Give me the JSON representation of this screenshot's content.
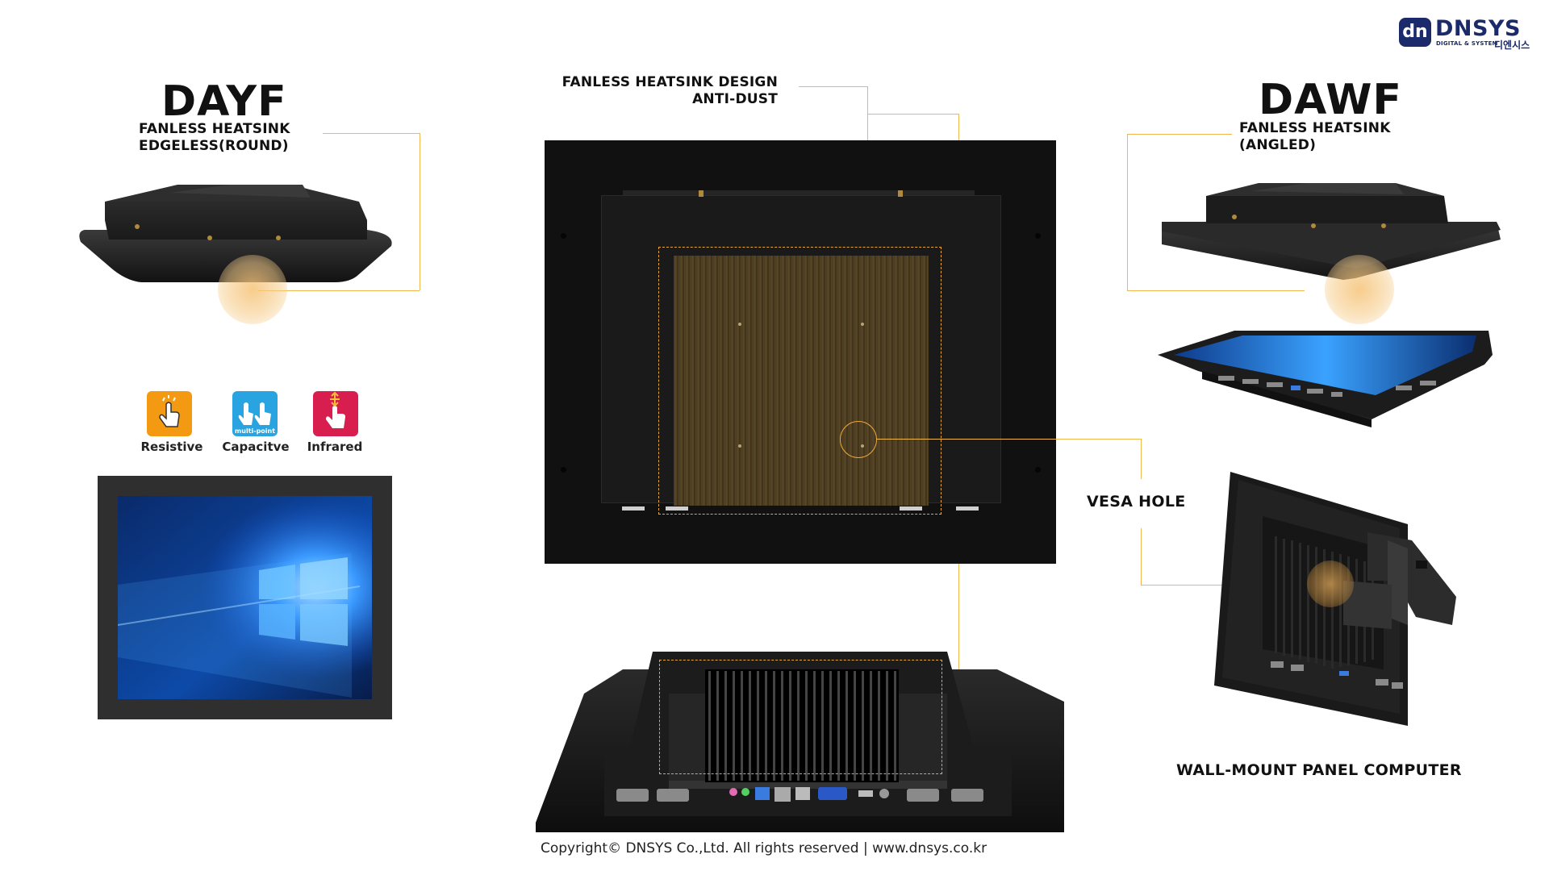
{
  "brand": {
    "mark": "dn",
    "name": "DNSYS",
    "tagline": "DIGITAL & SYSTEM",
    "korean": "디엔시스",
    "colors": {
      "navy": "#1b2a6b",
      "accent_orange": "#f0b84a"
    }
  },
  "left_product": {
    "title": "DAYF",
    "line1": "FANLESS HEATSINK",
    "line2": "EDGELESS(ROUND)"
  },
  "right_product": {
    "title": "DAWF",
    "line1": "FANLESS HEATSINK",
    "line2": "(ANGLED)"
  },
  "center_callout": {
    "line1": "FANLESS HEATSINK  DESIGN",
    "line2": "ANTI-DUST"
  },
  "vesa_label": "VESA HOLE",
  "wall_mount_label": "WALL-MOUNT  PANEL COMPUTER",
  "touch_types": [
    {
      "label": "Resistive",
      "color": "#f39a12",
      "icon": "single-finger-tap-icon"
    },
    {
      "label": "Capacitve",
      "color": "#2aa4e0",
      "icon": "multi-point-touch-icon",
      "badge": "multi-point"
    },
    {
      "label": "Infrared",
      "color": "#d81e4e",
      "icon": "infrared-touch-icon"
    }
  ],
  "footer": "Copyright©  DNSYS Co.,Ltd.  All rights reserved | www.dnsys.co.kr"
}
